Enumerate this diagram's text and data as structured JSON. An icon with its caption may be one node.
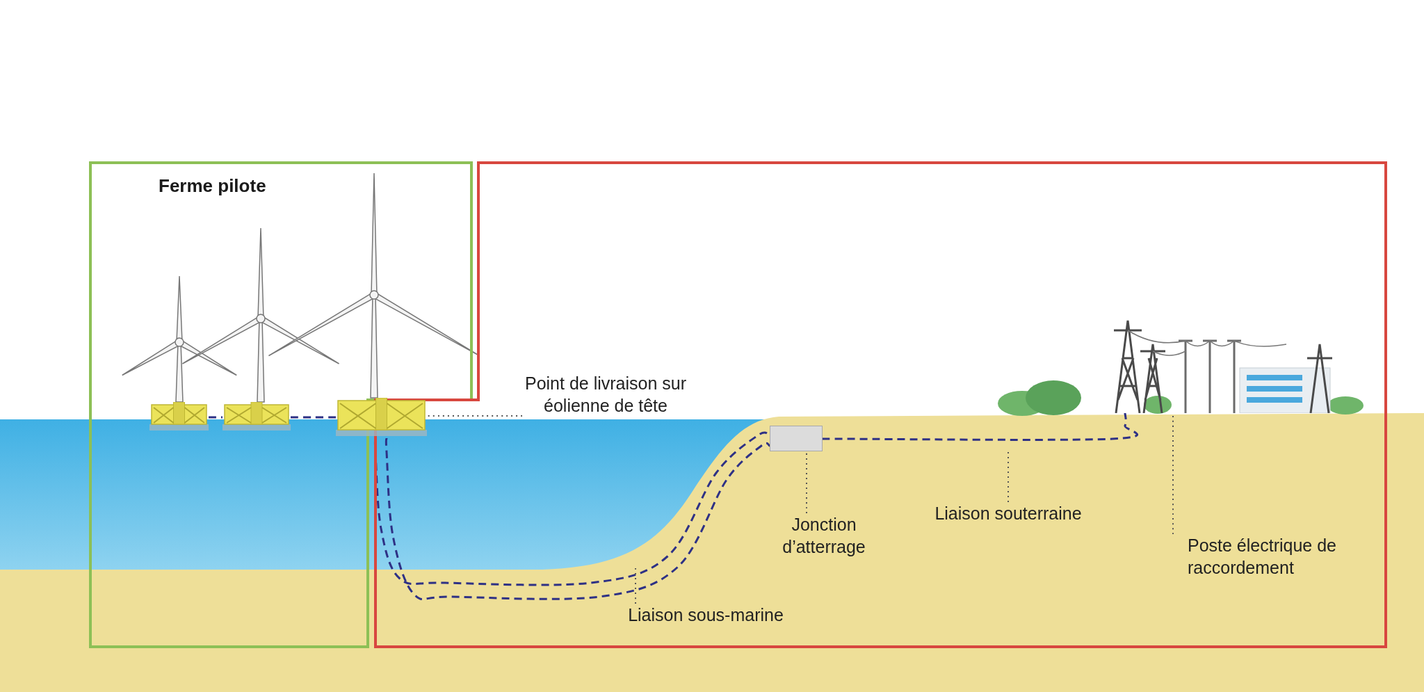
{
  "diagram": {
    "nodes": [
      {
        "text": [
          "Ferme pilote"
        ]
      },
      {
        "text": [],
        "shape": "picture",
        "in": 0
      },
      {
        "text": [],
        "shape": "picture",
        "in": 0
      },
      {
        "text": [],
        "shape": "box"
      },
      {
        "text": [],
        "shape": "picture"
      },
      {
        "text": [
          "Point de livraison sur éolienne de tête"
        ],
        "in": 3
      },
      {
        "text": [],
        "shape": "box",
        "in": 3
      },
      {
        "text": [
          "Jonction d’atterrage"
        ],
        "in": 3
      },
      {
        "text": [
          "Liaison souterraine"
        ],
        "in": 3
      },
      {
        "text": [],
        "shape": "picture",
        "in": 3
      },
      {
        "text": [
          "Poste électrique de raccordement"
        ],
        "in": 3
      },
      {
        "text": [
          "Liaison sous-marine"
        ],
        "in": 3
      }
    ],
    "edges": [
      {
        "from": 1,
        "to": 2,
        "arrow": "none",
        "style": "dashed",
        "color": "#2e3185"
      },
      {
        "from": 2,
        "to": 4,
        "arrow": "none",
        "style": "dashed",
        "color": "#2e3185"
      },
      {
        "from": 4,
        "to": 6,
        "arrow": "none",
        "style": "dashed",
        "color": "#2e3185"
      },
      {
        "from": 6,
        "to": 9,
        "arrow": "none",
        "style": "dashed",
        "color": "#2e3185"
      },
      {
        "from": 5,
        "to": 4,
        "arrow": "none"
      },
      {
        "from": 7,
        "to": 6,
        "arrow": "none"
      },
      {
        "from": 8,
        "to": null,
        "arrow": "none"
      },
      {
        "from": 10,
        "to": 9,
        "arrow": "none"
      },
      {
        "from": 11,
        "to": null,
        "arrow": "none"
      }
    ]
  }
}
